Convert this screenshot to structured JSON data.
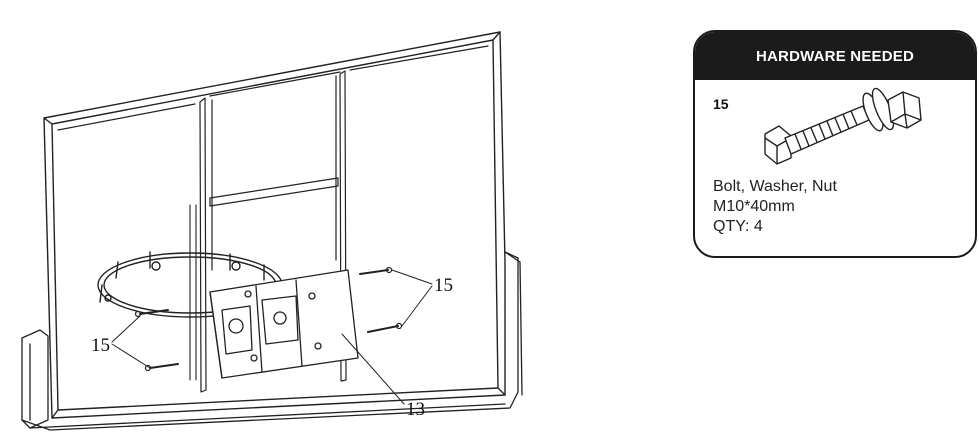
{
  "diagram": {
    "callouts": [
      {
        "id": "bolts-right",
        "label": "15"
      },
      {
        "id": "bolts-left",
        "label": "15"
      },
      {
        "id": "bracket",
        "label": "13"
      }
    ]
  },
  "hardware_card": {
    "title": "HARDWARE NEEDED",
    "part_number": "15",
    "description": "Bolt, Washer, Nut",
    "size": "M10*40mm",
    "quantity": "QTY: 4",
    "header_color": "#1b1b1b"
  }
}
